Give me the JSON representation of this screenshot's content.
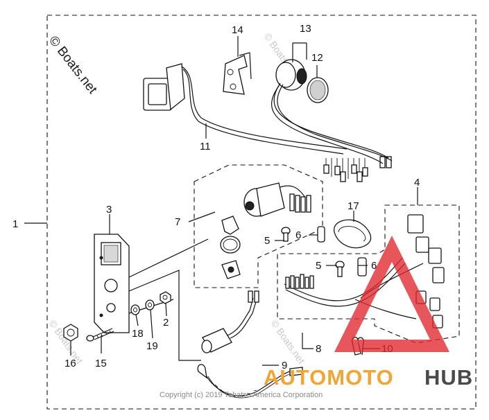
{
  "watermark": {
    "site_mark": "© Boats.net",
    "faint_mark": "© Boats.net"
  },
  "copyright": "Copyright (c) 2019 Tohatsu America Corporation",
  "logo": {
    "text_auto": "AUTOMOTO",
    "text_hub": "HUB",
    "colors": {
      "triangle": "#e0262b",
      "auto": "#f2a533",
      "hub": "#4a4a4a"
    }
  },
  "callouts": [
    {
      "id": "1",
      "label": "1"
    },
    {
      "id": "2",
      "label": "2"
    },
    {
      "id": "3",
      "label": "3"
    },
    {
      "id": "4",
      "label": "4"
    },
    {
      "id": "5a",
      "label": "5"
    },
    {
      "id": "5b",
      "label": "5"
    },
    {
      "id": "6a",
      "label": "6"
    },
    {
      "id": "6b",
      "label": "6"
    },
    {
      "id": "7",
      "label": "7"
    },
    {
      "id": "8",
      "label": "8"
    },
    {
      "id": "9",
      "label": "9"
    },
    {
      "id": "10",
      "label": "10"
    },
    {
      "id": "11",
      "label": "11"
    },
    {
      "id": "12",
      "label": "12"
    },
    {
      "id": "13",
      "label": "13"
    },
    {
      "id": "14",
      "label": "14"
    },
    {
      "id": "15",
      "label": "15"
    },
    {
      "id": "16",
      "label": "16"
    },
    {
      "id": "17",
      "label": "17"
    },
    {
      "id": "18",
      "label": "18"
    },
    {
      "id": "19",
      "label": "19"
    }
  ]
}
